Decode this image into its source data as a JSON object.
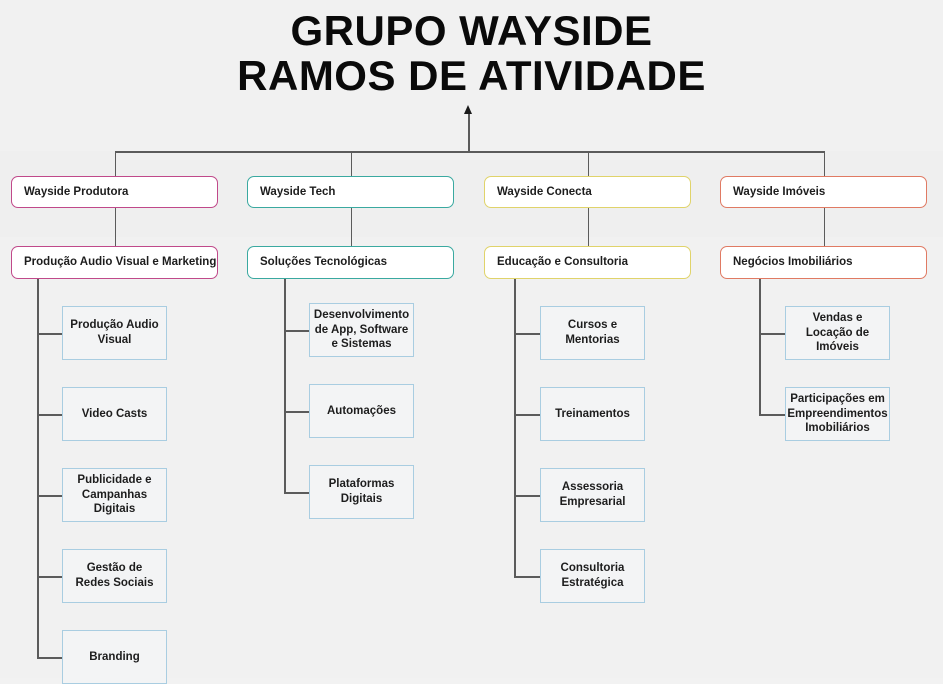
{
  "title": {
    "line1": "GRUPO WAYSIDE",
    "line2": "RAMOS DE ATIVIDADE"
  },
  "palette": {
    "background": "#f1f1f1",
    "connector": "#5b5b5b",
    "leaf_border": "#a9cde1",
    "leaf_fill": "#f3f4f5",
    "text": "#1d1d1d",
    "produtora": "#c0498a",
    "tech": "#3aa9a0",
    "conecta": "#e0d36a",
    "imoveis": "#e07a63"
  },
  "chart_data": {
    "type": "diagram",
    "diagram_kind": "organizational-tree",
    "orientation": "top-down",
    "root_label": "GRUPO WAYSIDE RAMOS DE ATIVIDADE",
    "branch_count": 4,
    "branches": [
      {
        "unit": "Wayside Produtora",
        "area": "Produção Audio Visual e Marketing",
        "accent": "#c0498a",
        "leaves": [
          "Produção Audio Visual",
          "Video Casts",
          "Publicidade e Campanhas Digitais",
          "Gestão de Redes Sociais",
          "Branding"
        ]
      },
      {
        "unit": "Wayside Tech",
        "area": "Soluções Tecnológicas",
        "accent": "#3aa9a0",
        "leaves": [
          "Desenvolvimento de App, Software e Sistemas",
          "Automações",
          "Plataformas Digitais"
        ]
      },
      {
        "unit": "Wayside Conecta",
        "area": "Educação e Consultoria",
        "accent": "#e0d36a",
        "leaves": [
          "Cursos e Mentorias",
          "Treinamentos",
          "Assessoria Empresarial",
          "Consultoria Estratégica"
        ]
      },
      {
        "unit": "Wayside Imóveis",
        "area": "Negócios Imobiliários",
        "accent": "#e07a63",
        "leaves": [
          "Vendas e Locação de Imóveis",
          "Participações em Empreendimentos Imobiliários"
        ]
      }
    ]
  }
}
